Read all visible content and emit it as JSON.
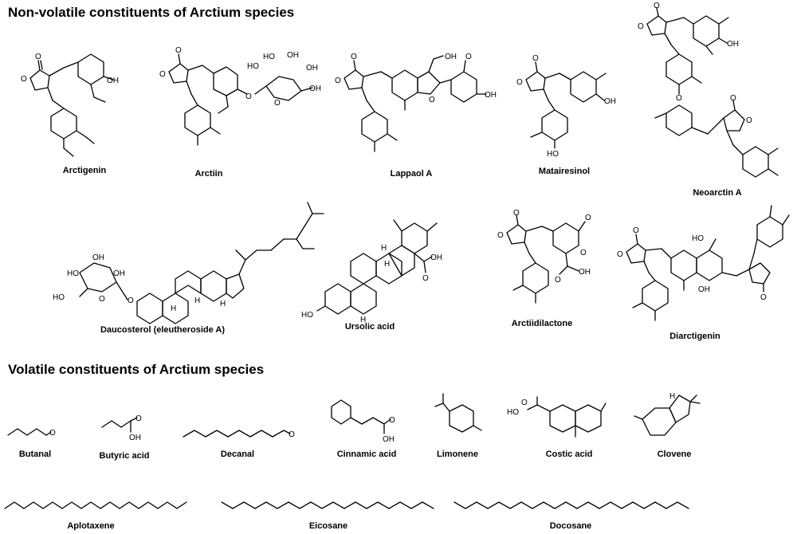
{
  "sections": {
    "nonvolatile_title": "Non-volatile constituents of Arctium species",
    "volatile_title": "Volatile constituents of Arctium species"
  },
  "compounds": {
    "arctigenin": "Arctigenin",
    "arctiin": "Arctiin",
    "lappaol_a": "Lappaol A",
    "matairesinol": "Matairesinol",
    "neoarctin_a": "Neoarctin A",
    "daucosterol": "Daucosterol (eleutheroside A)",
    "ursolic_acid": "Ursolic acid",
    "arctiidilactone": "Arctiidilactone",
    "diarctigenin": "Diarctigenin",
    "butanal": "Butanal",
    "butyric_acid": "Butyric acid",
    "decanal": "Decanal",
    "cinnamic_acid": "Cinnamic acid",
    "limonene": "Limonene",
    "costic_acid": "Costic acid",
    "clovene": "Clovene",
    "aplotaxene": "Aplotaxene",
    "eicosane": "Eicosane",
    "docosane": "Docosane"
  },
  "atoms": {
    "O": "O",
    "OH": "OH",
    "HO": "HO",
    "H": "H"
  }
}
